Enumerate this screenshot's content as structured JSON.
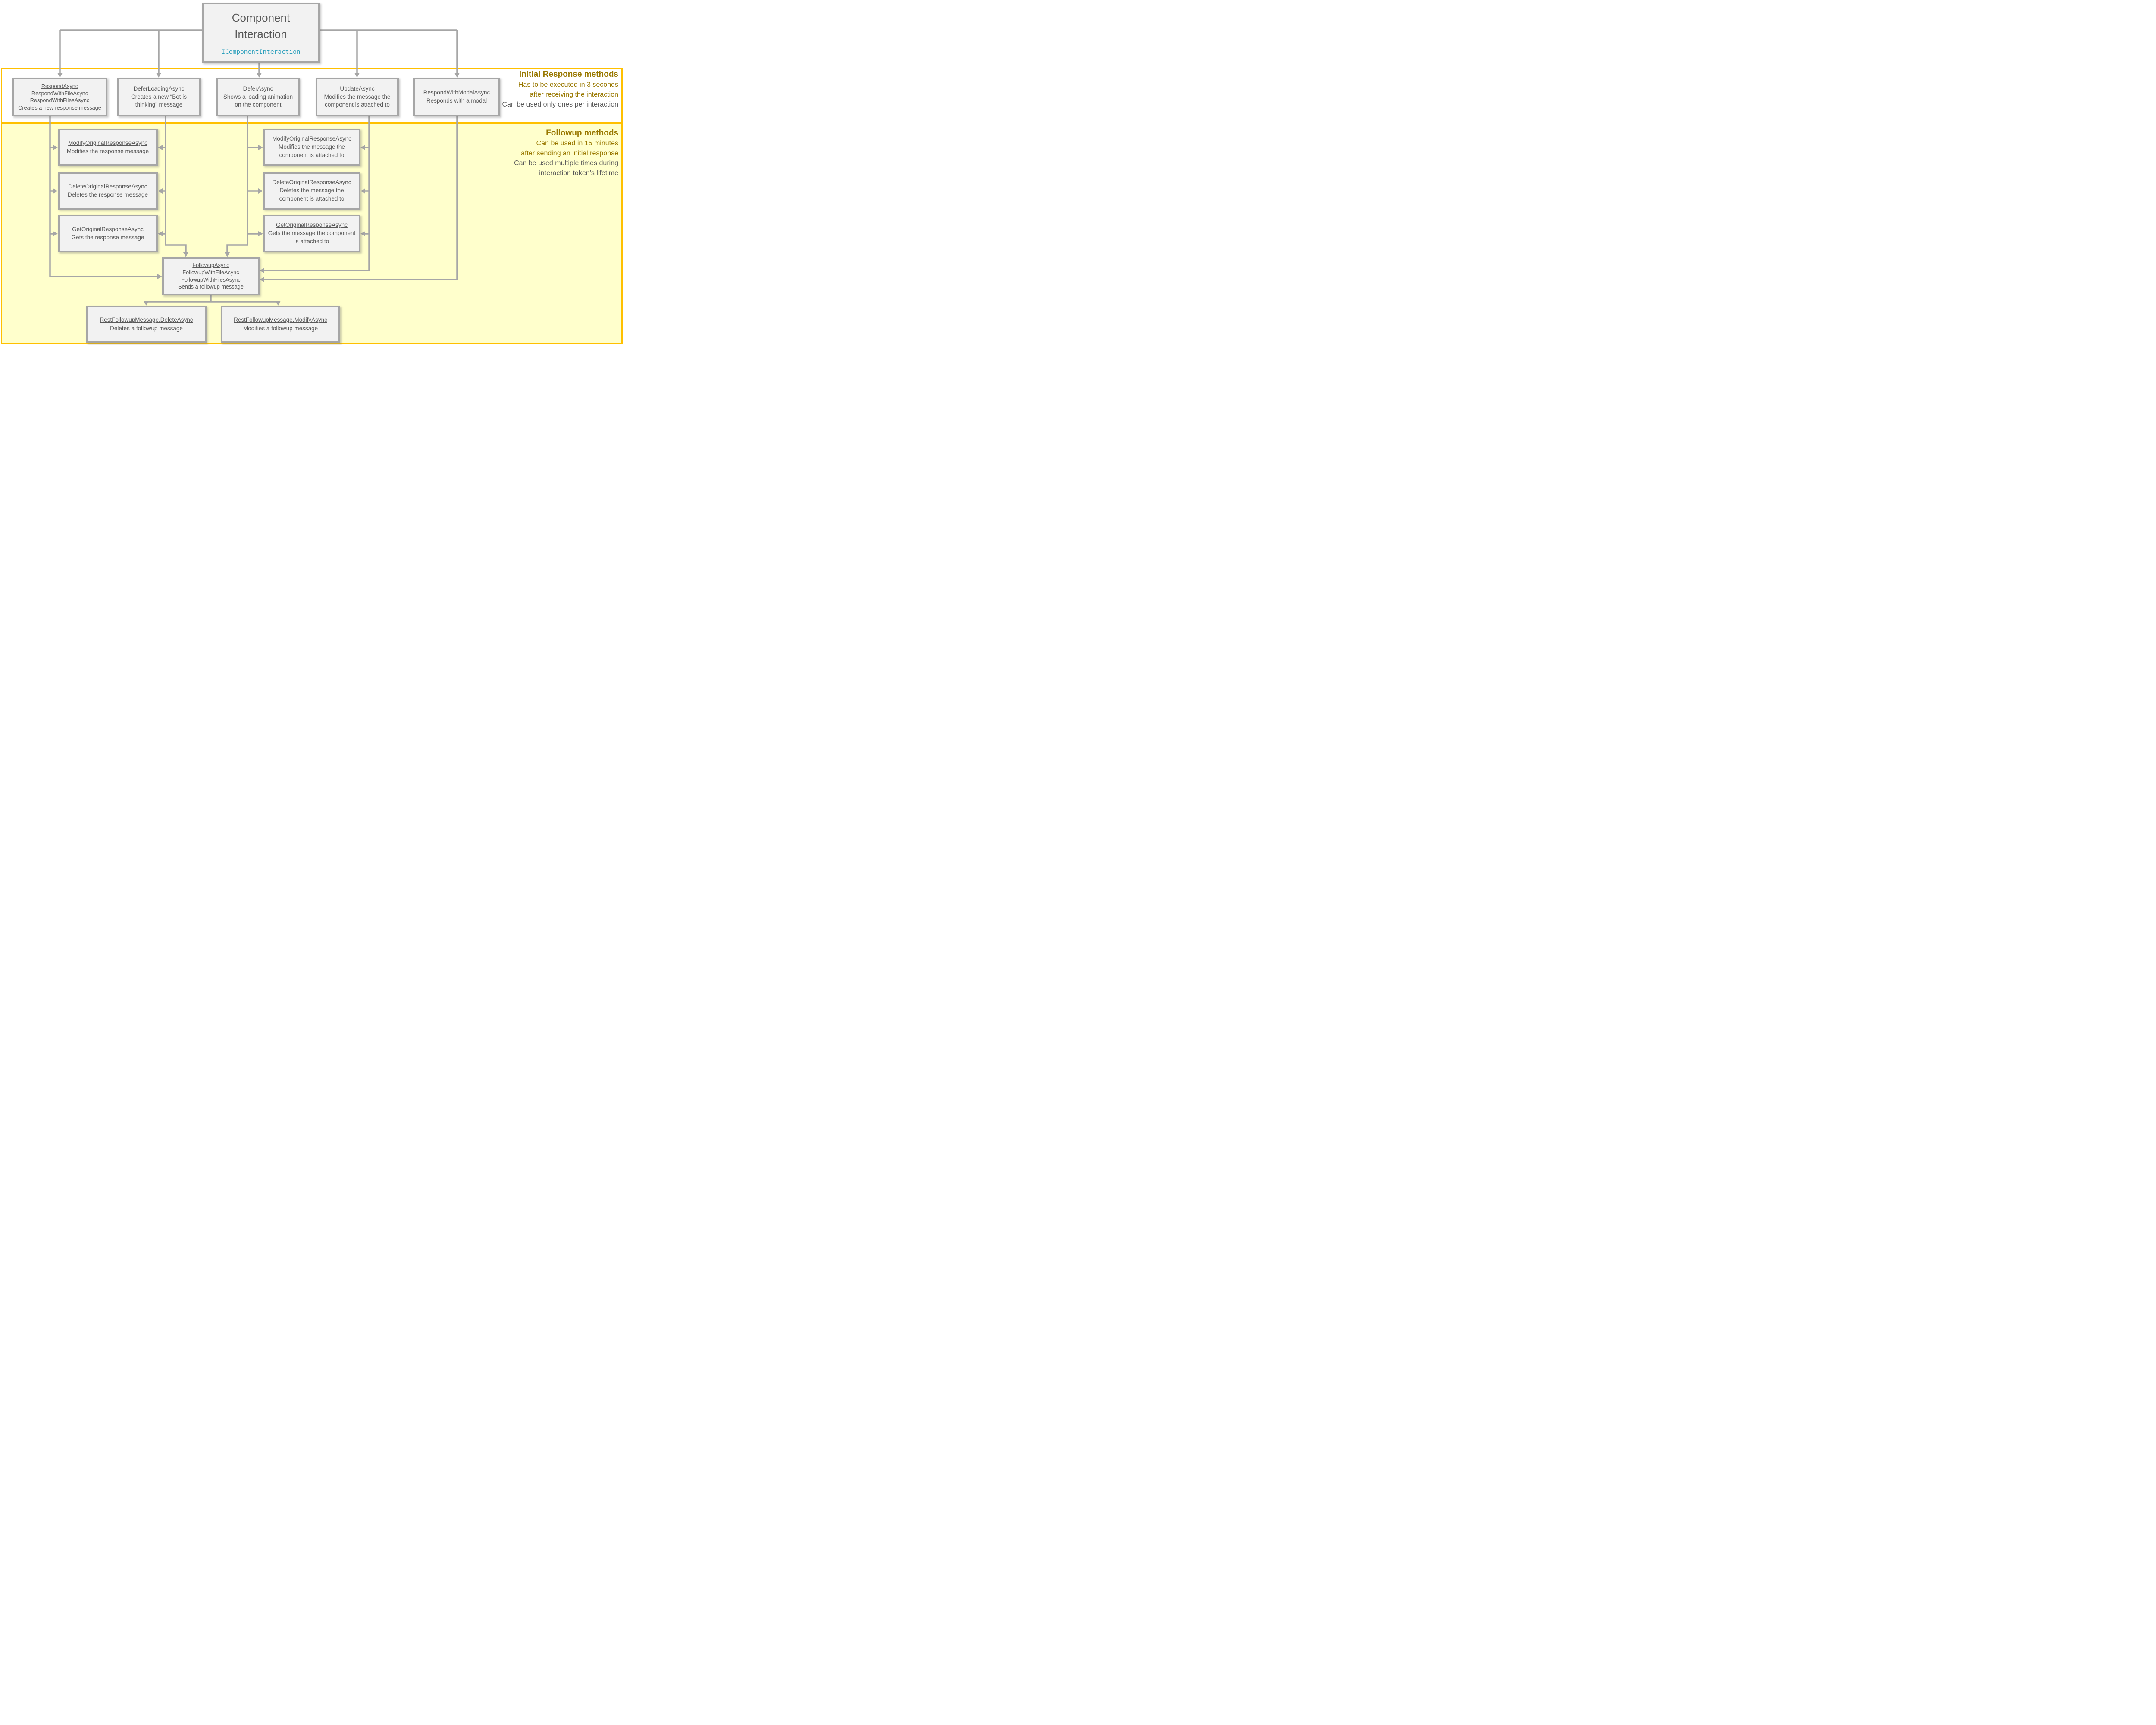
{
  "nodes": {
    "root": {
      "title": "Component Interaction",
      "interface": "IComponentInteraction"
    },
    "respond": {
      "m1": "RespondAsync",
      "m2": "RespondWithFileAsync",
      "m3": "RespondWithFilesAsync",
      "desc": "Creates a new response message"
    },
    "defer_loading": {
      "m1": "DeferLoadingAsync",
      "desc": "Creates a new “Bot is thinking” message"
    },
    "defer": {
      "m1": "DeferAsync",
      "desc": "Shows a loading animation on the component"
    },
    "update": {
      "m1": "UpdateAsync",
      "desc": "Modifies the message the component is attached to"
    },
    "respond_modal": {
      "m1": "RespondWithModalAsync",
      "desc": "Responds with a modal"
    },
    "modify_left": {
      "m1": "ModifyOriginalResponseAsync",
      "desc": "Modifies the response message"
    },
    "delete_left": {
      "m1": "DeleteOriginalResponseAsync",
      "desc": "Deletes the response message"
    },
    "get_left": {
      "m1": "GetOriginalResponseAsync",
      "desc": "Gets the response message"
    },
    "modify_mid": {
      "m1": "ModifyOriginalResponseAsync",
      "desc": "Modifies the message the component is attached to"
    },
    "delete_mid": {
      "m1": "DeleteOriginalResponseAsync",
      "desc": "Deletes the message the component is attached to"
    },
    "get_mid": {
      "m1": "GetOriginalResponseAsync",
      "desc": "Gets  the message the component is attached to"
    },
    "followup": {
      "m1": "FollowupAsync",
      "m2": "FollowupWithFileAsync",
      "m3": "FollowupWithFilesAsync",
      "desc": "Sends a followup message"
    },
    "rest_delete": {
      "m1": "RestFollowupMessage.DeleteAsync",
      "desc": "Deletes a followup message"
    },
    "rest_modify": {
      "m1": "RestFollowupMessage.ModifyAsync",
      "desc": "Modifies a followup message"
    }
  },
  "annotations": {
    "initial": {
      "heading": "Initial Response methods",
      "line1": "Has to be executed in 3 seconds",
      "line2": "after receiving the interaction",
      "line3": "Can be used only ones per interaction"
    },
    "followup": {
      "heading": "Followup methods",
      "line1": "Can be used in 15 minutes",
      "line2": "after sending an initial response",
      "line3": "Can be used multiple times during",
      "line4": "interaction token’s lifetime"
    }
  },
  "colors": {
    "band_border_gold": "#FFC000",
    "followup_band_bg": "#FFFFCC",
    "box_fill": "#F2F2F2",
    "box_border": "#A6A6A6",
    "connector_gray": "#A6A6A6",
    "text_gray": "#595959",
    "gold_text": "#997800",
    "interface_teal": "#2B9FBC"
  }
}
